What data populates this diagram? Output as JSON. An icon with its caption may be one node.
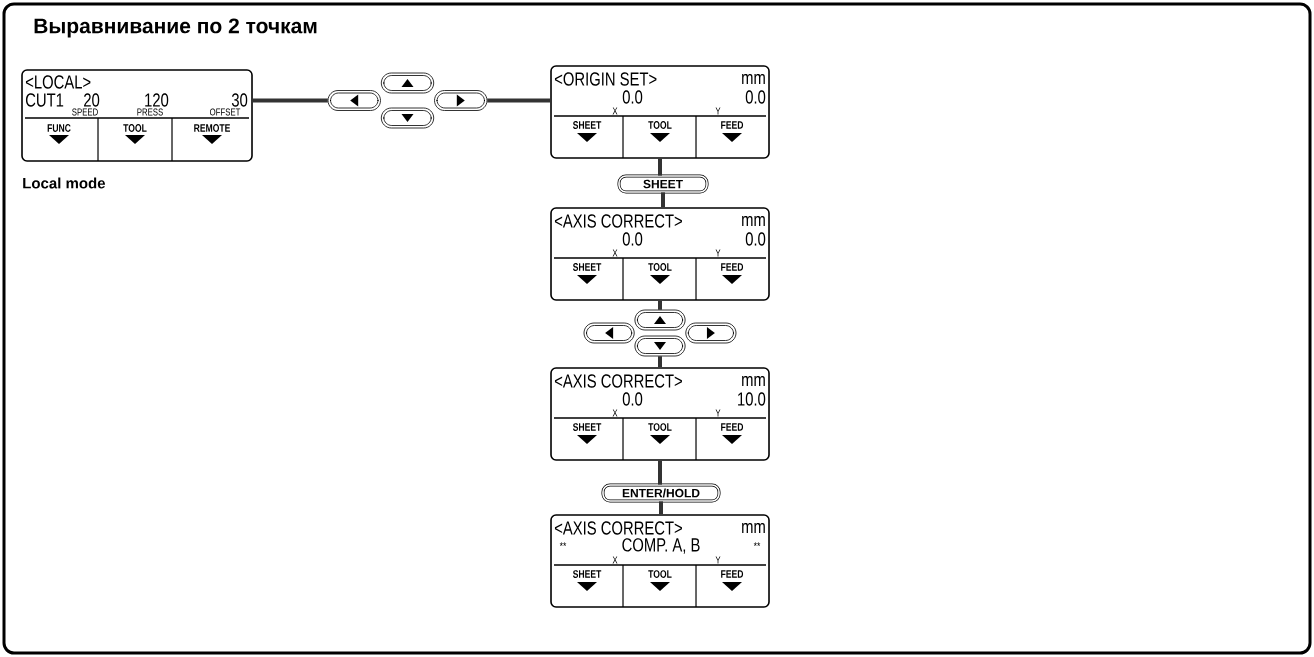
{
  "diagram": {
    "title": "Выравнивание по 2 точкам",
    "nodes": [
      {
        "text": [
          "<LOCAL>",
          "CUT1",
          "20",
          "120",
          "30",
          "SPEED",
          "PRESS",
          "OFFSET",
          "FUNC",
          "TOOL",
          "REMOTE"
        ],
        "beside": [
          "Local mode"
        ]
      },
      {
        "text": [],
        "shape": "picture"
      },
      {
        "text": [
          "<ORIGIN SET>",
          "mm",
          "0.0",
          "0.0",
          "X",
          "Y",
          "SHEET",
          "TOOL",
          "FEED"
        ]
      },
      {
        "text": [
          "SHEET"
        ]
      },
      {
        "text": [
          "<AXIS CORRECT>",
          "mm",
          "0.0",
          "0.0",
          "X",
          "Y",
          "SHEET",
          "TOOL",
          "FEED"
        ]
      },
      {
        "text": [],
        "shape": "picture"
      },
      {
        "text": [
          "<AXIS CORRECT>",
          "mm",
          "0.0",
          "10.0",
          "X",
          "Y",
          "SHEET",
          "TOOL",
          "FEED"
        ]
      },
      {
        "text": [
          "ENTER/HOLD"
        ]
      },
      {
        "text": [
          "<AXIS CORRECT>",
          "mm",
          "**",
          "COMP. A, B",
          "**",
          "X",
          "Y",
          "SHEET",
          "TOOL",
          "FEED"
        ]
      }
    ],
    "edges": [
      {
        "from": 0,
        "to": 1,
        "arrow": "none"
      },
      {
        "from": 1,
        "to": 2,
        "arrow": "none"
      },
      {
        "from": 2,
        "to": 3,
        "arrow": "none"
      },
      {
        "from": 3,
        "to": 4,
        "arrow": "none"
      },
      {
        "from": 4,
        "to": 5,
        "arrow": "none"
      },
      {
        "from": 5,
        "to": 6,
        "arrow": "none"
      },
      {
        "from": 6,
        "to": 7,
        "arrow": "none"
      },
      {
        "from": 7,
        "to": 8,
        "arrow": "none"
      }
    ]
  }
}
